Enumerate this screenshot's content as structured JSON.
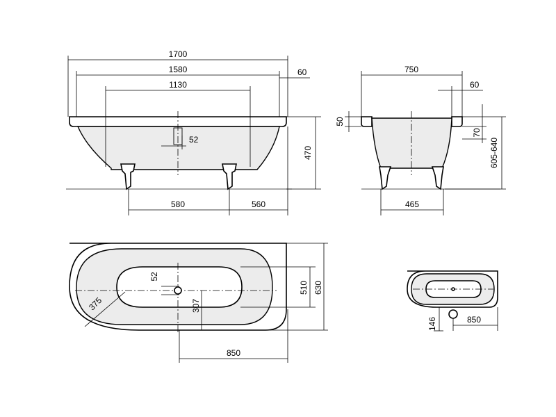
{
  "dimensions": {
    "side_overall_length": "1700",
    "side_rim_inner_length": "1580",
    "side_bottom_length": "1130",
    "side_rim_thickness": "60",
    "side_drain_offset": "52",
    "side_height": "470",
    "side_foot_span": "580",
    "side_foot_to_end": "560",
    "end_overall_width": "750",
    "end_rim_width": "60",
    "end_rim_height": "50",
    "end_rim_depth": "70",
    "end_install_height": "605-640",
    "end_foot_span": "465",
    "plan_drain_offset": "52",
    "plan_drain_to_edge": "307",
    "plan_inner_width": "510",
    "plan_outer_width": "630",
    "plan_radius": "375",
    "plan_drain_to_end": "850",
    "small_plan_drain_height": "146",
    "small_plan_drain_to_end": "850"
  },
  "colors": {
    "line": "#000000",
    "inner_surface": "#ececec",
    "background": "#ffffff"
  }
}
